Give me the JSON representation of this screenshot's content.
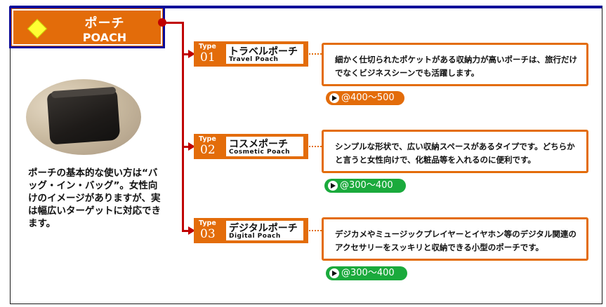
{
  "header": {
    "title_jp": "ポーチ",
    "title_en": "POACH"
  },
  "description": "ポーチの基本的な使い方は“バッグ・イン・バッグ”。女性向けのイメージがありますが、実は幅広いターゲットに対応できます。",
  "type_label": "Type",
  "items": [
    {
      "num": "01",
      "name": "トラベルポーチ",
      "sub": "Travel Poach",
      "desc": "細かく仕切られたポケットがある収納力が高いポーチは、旅行だけでなくビジネスシーンでも活躍します。",
      "price": "@400～500",
      "price_color": "#e36c0a"
    },
    {
      "num": "02",
      "name": "コスメポーチ",
      "sub": "Cosmetic Poach",
      "desc": "シンプルな形状で、広い収納スペースがあるタイプです。どちらかと言うと女性向けで、化粧品等を入れるのに便利です。",
      "price": "@300～400",
      "price_color": "#1aaa3c"
    },
    {
      "num": "03",
      "name": "デジタルポーチ",
      "sub": "Digital Poach",
      "desc": "デジカメやミュージックプレイヤーとイヤホン等のデジタル関連のアクセサリーをスッキリと収納できる小型のポーチです。",
      "price": "@300～400",
      "price_color": "#1aaa3c"
    }
  ],
  "colors": {
    "accent": "#e36c0a",
    "border": "#0a0a9a",
    "connector": "#c00000",
    "price_green": "#1aaa3c"
  },
  "icons": {
    "header": "diamond-icon",
    "price": "play-icon"
  }
}
